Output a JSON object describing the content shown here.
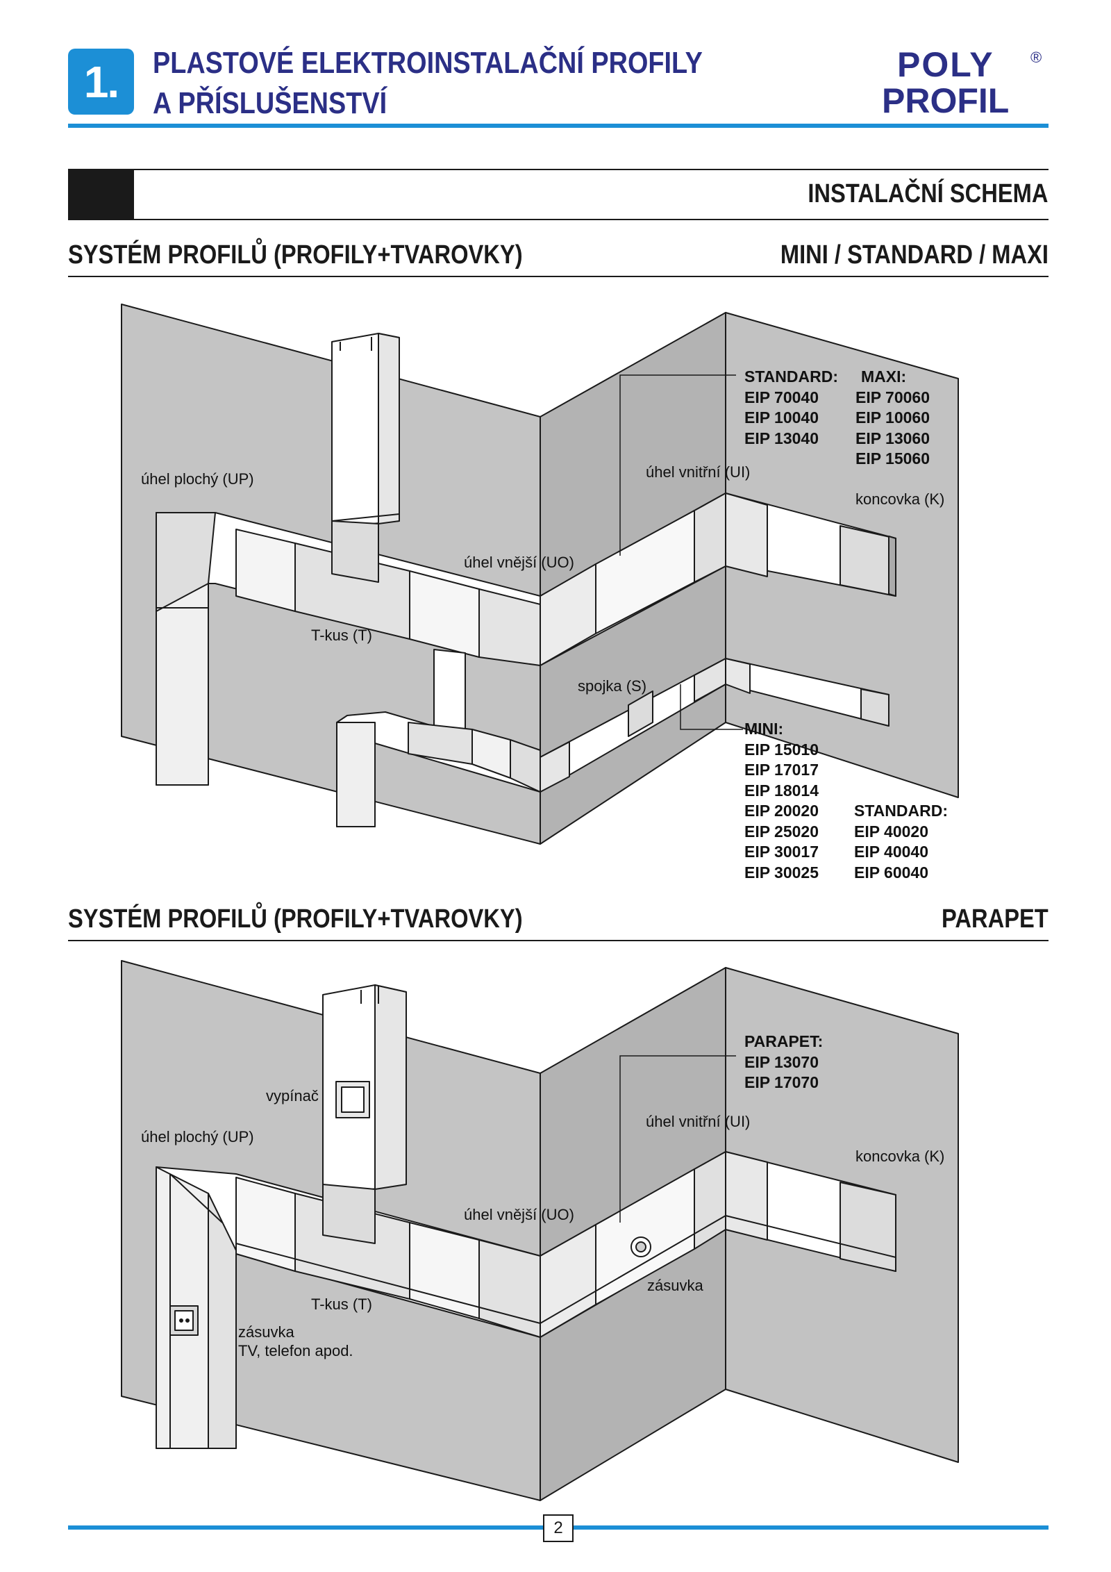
{
  "header": {
    "chapter_number": "1.",
    "title_line1": "PLASTOVÉ ELEKTROINSTALAČNÍ PROFILY",
    "title_line2": "A PŘÍSLUŠENSTVÍ",
    "logo_text_top": "POLY",
    "logo_text_bottom": "PROFIL",
    "logo_mark": "®",
    "brand_color": "#2b2f86",
    "accent_color": "#1c8fd6"
  },
  "section": {
    "title": "INSTALAČNÍ SCHEMA"
  },
  "diagram1": {
    "heading_left": "SYSTÉM PROFILŮ (PROFILY+TVAROVKY)",
    "heading_right": "MINI / STANDARD / MAXI",
    "labels": {
      "uhel_plochy": "úhel plochý (UP)",
      "uhel_vnitrni": "úhel vnitřní  (UI)",
      "uhel_vnejsi": "úhel vnější  (UO)",
      "koncovka": "koncovka (K)",
      "tkus": "T-kus (T)",
      "spojka": "spojka (S)"
    },
    "standard_title": "STANDARD:",
    "standard_codes": [
      "EIP 70040",
      "EIP 10040",
      "EIP 13040"
    ],
    "maxi_title": "MAXI:",
    "maxi_codes": [
      "EIP 70060",
      "EIP 10060",
      "EIP 13060",
      "EIP 15060"
    ],
    "mini_title": "MINI:",
    "mini_codes": [
      "EIP 15010",
      "EIP 17017",
      "EIP 18014",
      "EIP 20020",
      "EIP 25020",
      "EIP 30017",
      "EIP 30025"
    ],
    "standard2_title": "STANDARD:",
    "standard2_codes": [
      "EIP 40020",
      "EIP 40040",
      "EIP 60040"
    ]
  },
  "diagram2": {
    "heading_left": "SYSTÉM PROFILŮ (PROFILY+TVAROVKY)",
    "heading_right": "PARAPET",
    "labels": {
      "vypinac": "vypínač",
      "uhel_plochy": "úhel plochý (UP)",
      "uhel_vnitrni": "úhel vnitřní  (UI)",
      "uhel_vnejsi": "úhel vnější  (UO)",
      "koncovka": "koncovka (K)",
      "tkus": "T-kus (T)",
      "zasuvka": "zásuvka",
      "zasuvka_tv_1": "zásuvka",
      "zasuvka_tv_2": "TV, telefon apod."
    },
    "parapet_title": "PARAPET:",
    "parapet_codes": [
      "EIP 13070",
      "EIP 17070"
    ]
  },
  "footer": {
    "page_number": "2"
  }
}
